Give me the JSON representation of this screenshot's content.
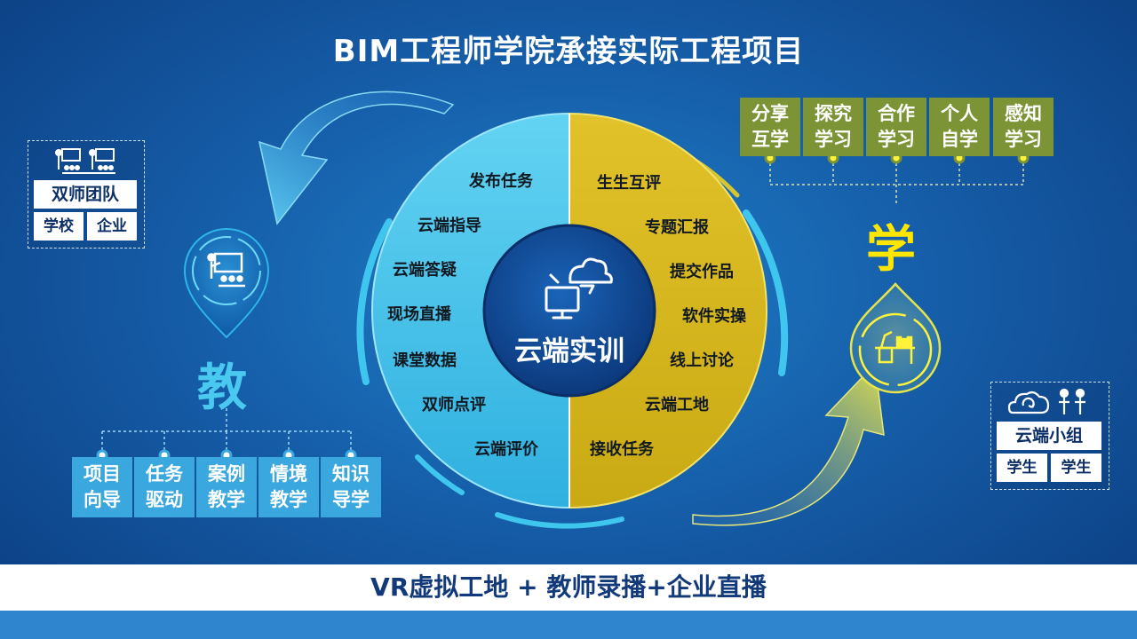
{
  "title": "BIM工程师学院承接实际工程项目",
  "teach": {
    "char": "教",
    "team_title": "双师团队",
    "team_cells": [
      "学校",
      "企业"
    ],
    "tiles": [
      {
        "line1": "项目",
        "line2": "向导"
      },
      {
        "line1": "任务",
        "line2": "驱动"
      },
      {
        "line1": "案例",
        "line2": "教学"
      },
      {
        "line1": "情境",
        "line2": "教学"
      },
      {
        "line1": "知识",
        "line2": "导学"
      }
    ]
  },
  "learn": {
    "char": "学",
    "group_title": "云端小组",
    "group_cells": [
      "学生",
      "学生"
    ],
    "tiles": [
      {
        "line1": "分享",
        "line2": "互学"
      },
      {
        "line1": "探究",
        "line2": "学习"
      },
      {
        "line1": "合作",
        "line2": "学习"
      },
      {
        "line1": "个人",
        "line2": "自学"
      },
      {
        "line1": "感知",
        "line2": "学习"
      }
    ]
  },
  "center": {
    "label": "云端实训",
    "left_items": [
      "发布任务",
      "云端指导",
      "云端答疑",
      "现场直播",
      "课堂数据",
      "双师点评",
      "云端评价"
    ],
    "right_items": [
      "生生互评",
      "专题汇报",
      "提交作品",
      "软件实操",
      "线上讨论",
      "云端工地",
      "接收任务"
    ]
  },
  "footer": "VR虚拟工地 + 教师录播+企业直播",
  "colors": {
    "teach_blue": "#3aa7de",
    "learn_olive": "#7d9436",
    "left_half": "#46c3ea",
    "right_half": "#d3b61e",
    "center_dark": "#0a3f86",
    "accent_yellow": "#ffe600"
  },
  "icons": [
    "teacher-classroom-icon",
    "cloud-sync-icon",
    "computer-monitor-icon",
    "student-desk-icon",
    "students-pair-icon"
  ]
}
